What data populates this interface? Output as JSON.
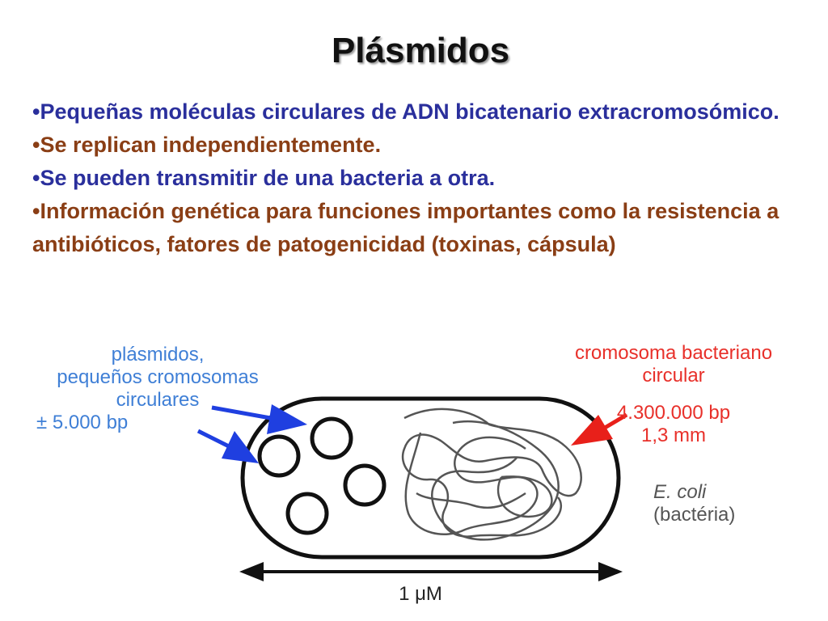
{
  "slide": {
    "title": "Plásmidos",
    "bullets": [
      {
        "text": "•Pequeñas moléculas circulares de ADN bicatenario extracromosómico.",
        "color": "#2a2f9c"
      },
      {
        "text": "•Se replican independientemente.",
        "color": "#8a3e15"
      },
      {
        "text": "•Se pueden transmitir de una bacteria a otra.",
        "color": "#2a2f9c"
      },
      {
        "text": "•Información genética para funciones importantes como la resistencia a antibióticos, fatores de patogenicidad (toxinas, cápsula)",
        "color": "#8a3e15"
      }
    ]
  },
  "figure": {
    "plasmid_label": [
      "plásmidos,",
      "pequeños cromosomas",
      "circulares",
      "± 5.000 bp"
    ],
    "chromosome_label": [
      "cromosoma bacteriano",
      "circular",
      "4.300.000 bp",
      "1,3 mm"
    ],
    "organism_label": [
      "E. coli",
      "(bactéria)"
    ],
    "scale_label": "1 μM",
    "colors": {
      "plasmid_label": "#3f7fd6",
      "chromosome_label": "#e8302a",
      "arrow_blue": "#1f3fe0",
      "arrow_red": "#e8201a"
    }
  }
}
